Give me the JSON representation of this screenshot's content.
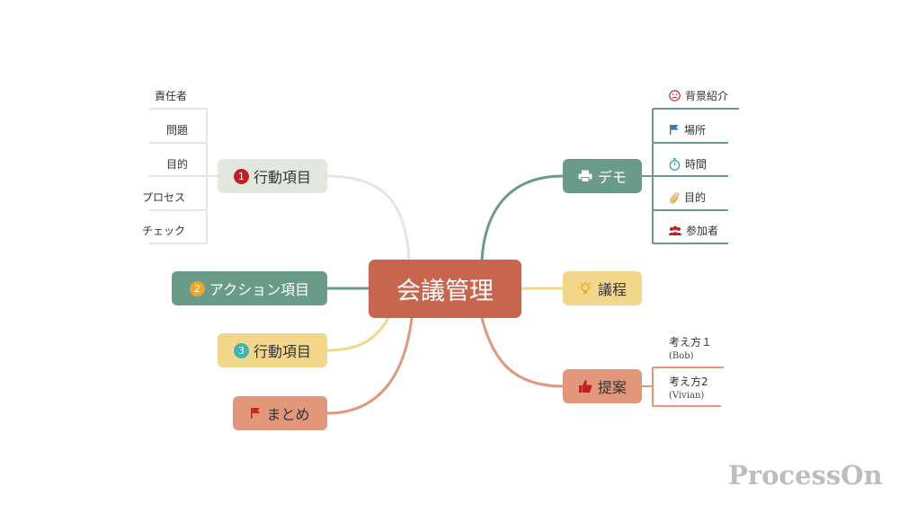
{
  "center": {
    "title": "会議管理"
  },
  "left_branches": [
    {
      "label": "行動項目",
      "badge": "1",
      "badge_color": "#c0201f",
      "bg": "#e2e7df",
      "children": [
        "責任者",
        "問題",
        "目的",
        "プロセス",
        "チェック"
      ]
    },
    {
      "label": "アクション項目",
      "badge": "2",
      "badge_color": "#f0a62d",
      "bg": "#6a9b89"
    },
    {
      "label": "行動項目",
      "badge": "3",
      "badge_color": "#3bb5ad",
      "bg": "#f2d68a"
    },
    {
      "label": "まとめ",
      "icon": "red-flag-icon",
      "bg": "#e2977a"
    }
  ],
  "right_branches": [
    {
      "label": "デモ",
      "icon": "printer-icon",
      "bg": "#6a9b89",
      "children": [
        {
          "label": "背景紹介",
          "icon": "sad-face-icon"
        },
        {
          "label": "場所",
          "icon": "blue-flag-icon"
        },
        {
          "label": "時間",
          "icon": "stopwatch-icon"
        },
        {
          "label": "目的",
          "icon": "paperclip-icon"
        },
        {
          "label": "参加者",
          "icon": "people-icon"
        }
      ]
    },
    {
      "label": "議程",
      "icon": "lightbulb-icon",
      "bg": "#f2d68a"
    },
    {
      "label": "提案",
      "icon": "thumbs-up-icon",
      "bg": "#e2977a",
      "children": [
        {
          "label": "考え方１",
          "sub": "(Bob)"
        },
        {
          "label": "考え方2",
          "sub": "(Vivian)"
        }
      ]
    }
  ],
  "watermark": "ProcessOn",
  "colors": {
    "center": "#c8654f",
    "green": "#6a9b89",
    "yellow": "#f2d68a",
    "salmon": "#e2977a",
    "light": "#e2e7df"
  }
}
